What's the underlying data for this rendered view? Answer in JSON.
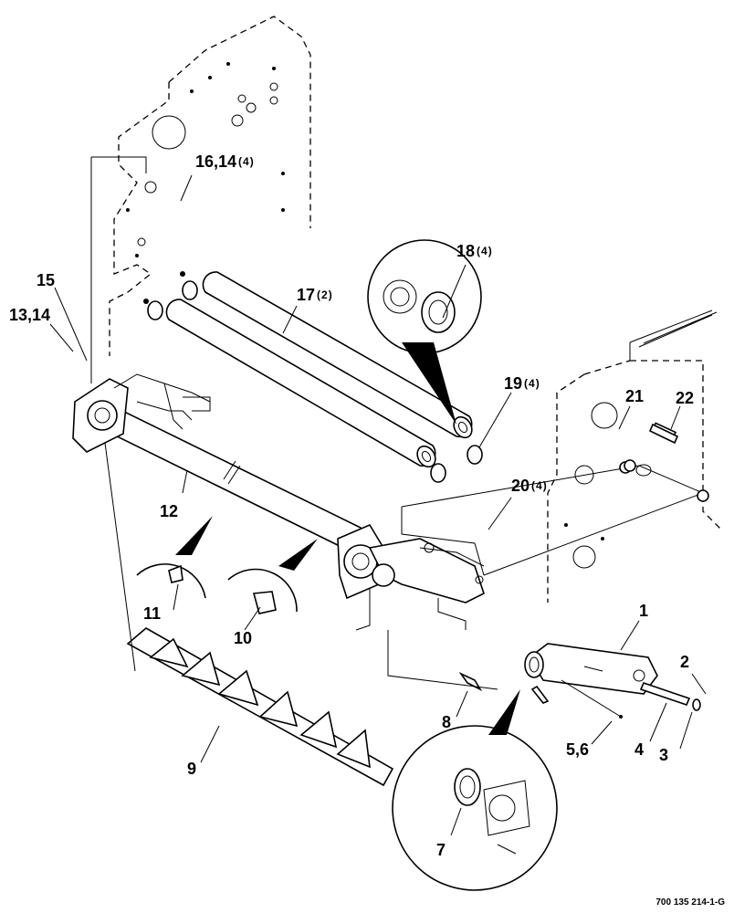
{
  "figure_code": "700 135 214-1-G",
  "labels": [
    {
      "id": "16-14",
      "text": "16,14",
      "qty": "(4)"
    },
    {
      "id": "15",
      "text": "15",
      "qty": ""
    },
    {
      "id": "13-14",
      "text": "13,14",
      "qty": ""
    },
    {
      "id": "17",
      "text": "17",
      "qty": "(2)"
    },
    {
      "id": "18",
      "text": "18",
      "qty": "(4)"
    },
    {
      "id": "19",
      "text": "19",
      "qty": "(4)"
    },
    {
      "id": "21",
      "text": "21",
      "qty": ""
    },
    {
      "id": "22",
      "text": "22",
      "qty": ""
    },
    {
      "id": "20",
      "text": "20",
      "qty": "(4)"
    },
    {
      "id": "12",
      "text": "12",
      "qty": ""
    },
    {
      "id": "11",
      "text": "11",
      "qty": ""
    },
    {
      "id": "10",
      "text": "10",
      "qty": ""
    },
    {
      "id": "1",
      "text": "1",
      "qty": ""
    },
    {
      "id": "2",
      "text": "2",
      "qty": ""
    },
    {
      "id": "8",
      "text": "8",
      "qty": ""
    },
    {
      "id": "9",
      "text": "9",
      "qty": ""
    },
    {
      "id": "5-6",
      "text": "5,6",
      "qty": ""
    },
    {
      "id": "4",
      "text": "4",
      "qty": ""
    },
    {
      "id": "3",
      "text": "3",
      "qty": ""
    },
    {
      "id": "7",
      "text": "7",
      "qty": ""
    }
  ]
}
